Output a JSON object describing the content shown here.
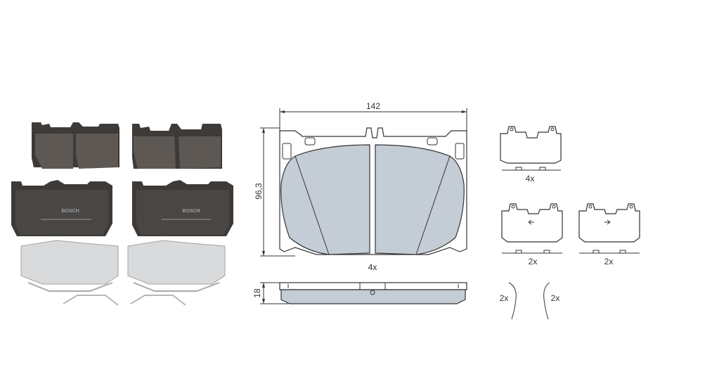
{
  "dimensions": {
    "width": "142",
    "height": "96,3",
    "thickness": "18",
    "pad_quantity": "4x"
  },
  "accessories": {
    "shim_top_qty": "4x",
    "shim_left_qty": "2x",
    "shim_right_qty": "2x",
    "clip_left_qty": "2x",
    "clip_right_qty": "2x"
  },
  "photo": {
    "brand_mark": "BOSCH"
  },
  "colors": {
    "friction": "#c4cdd6",
    "pad_photo": "#5d5854",
    "backplate_photo": "#3d3a38",
    "line": "#333333"
  }
}
